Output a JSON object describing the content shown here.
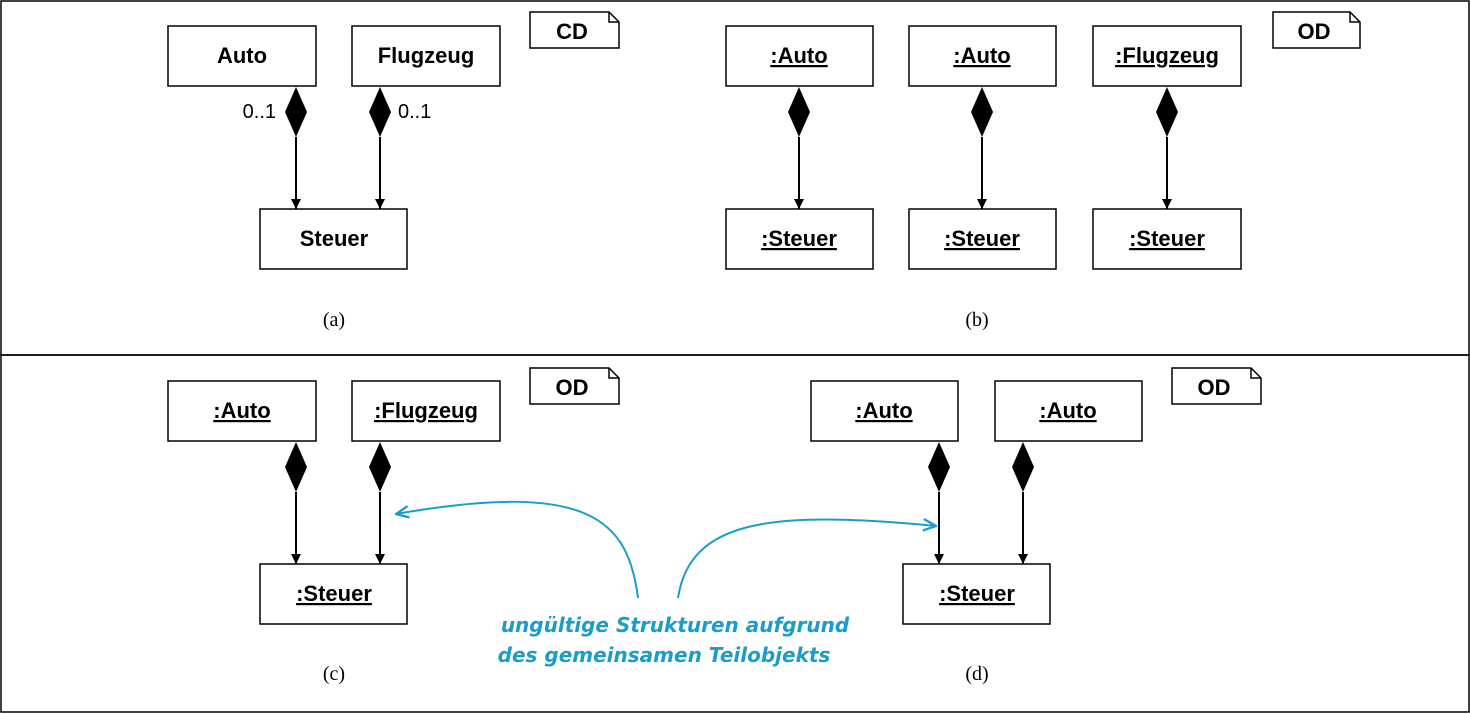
{
  "panels": {
    "a": {
      "caption": "(a)",
      "tag": "CD",
      "top_left": "Auto",
      "top_right": "Flugzeug",
      "bottom": "Steuer",
      "mult_left": "0..1",
      "mult_right": "0..1"
    },
    "b": {
      "caption": "(b)",
      "tag": "OD",
      "top": [
        ":Auto",
        ":Auto",
        ":Flugzeug"
      ],
      "bottom": [
        ":Steuer",
        ":Steuer",
        ":Steuer"
      ]
    },
    "c": {
      "caption": "(c)",
      "tag": "OD",
      "top_left": ":Auto",
      "top_right": ":Flugzeug",
      "bottom": ":Steuer"
    },
    "d": {
      "caption": "(d)",
      "tag": "OD",
      "top_left": ":Auto",
      "top_right": ":Auto",
      "bottom": ":Steuer"
    }
  },
  "annotation": {
    "line1": "ungültige Strukturen aufgrund",
    "line2": "des gemeinsamen Teilobjekts",
    "color": "#1a9ccc"
  }
}
